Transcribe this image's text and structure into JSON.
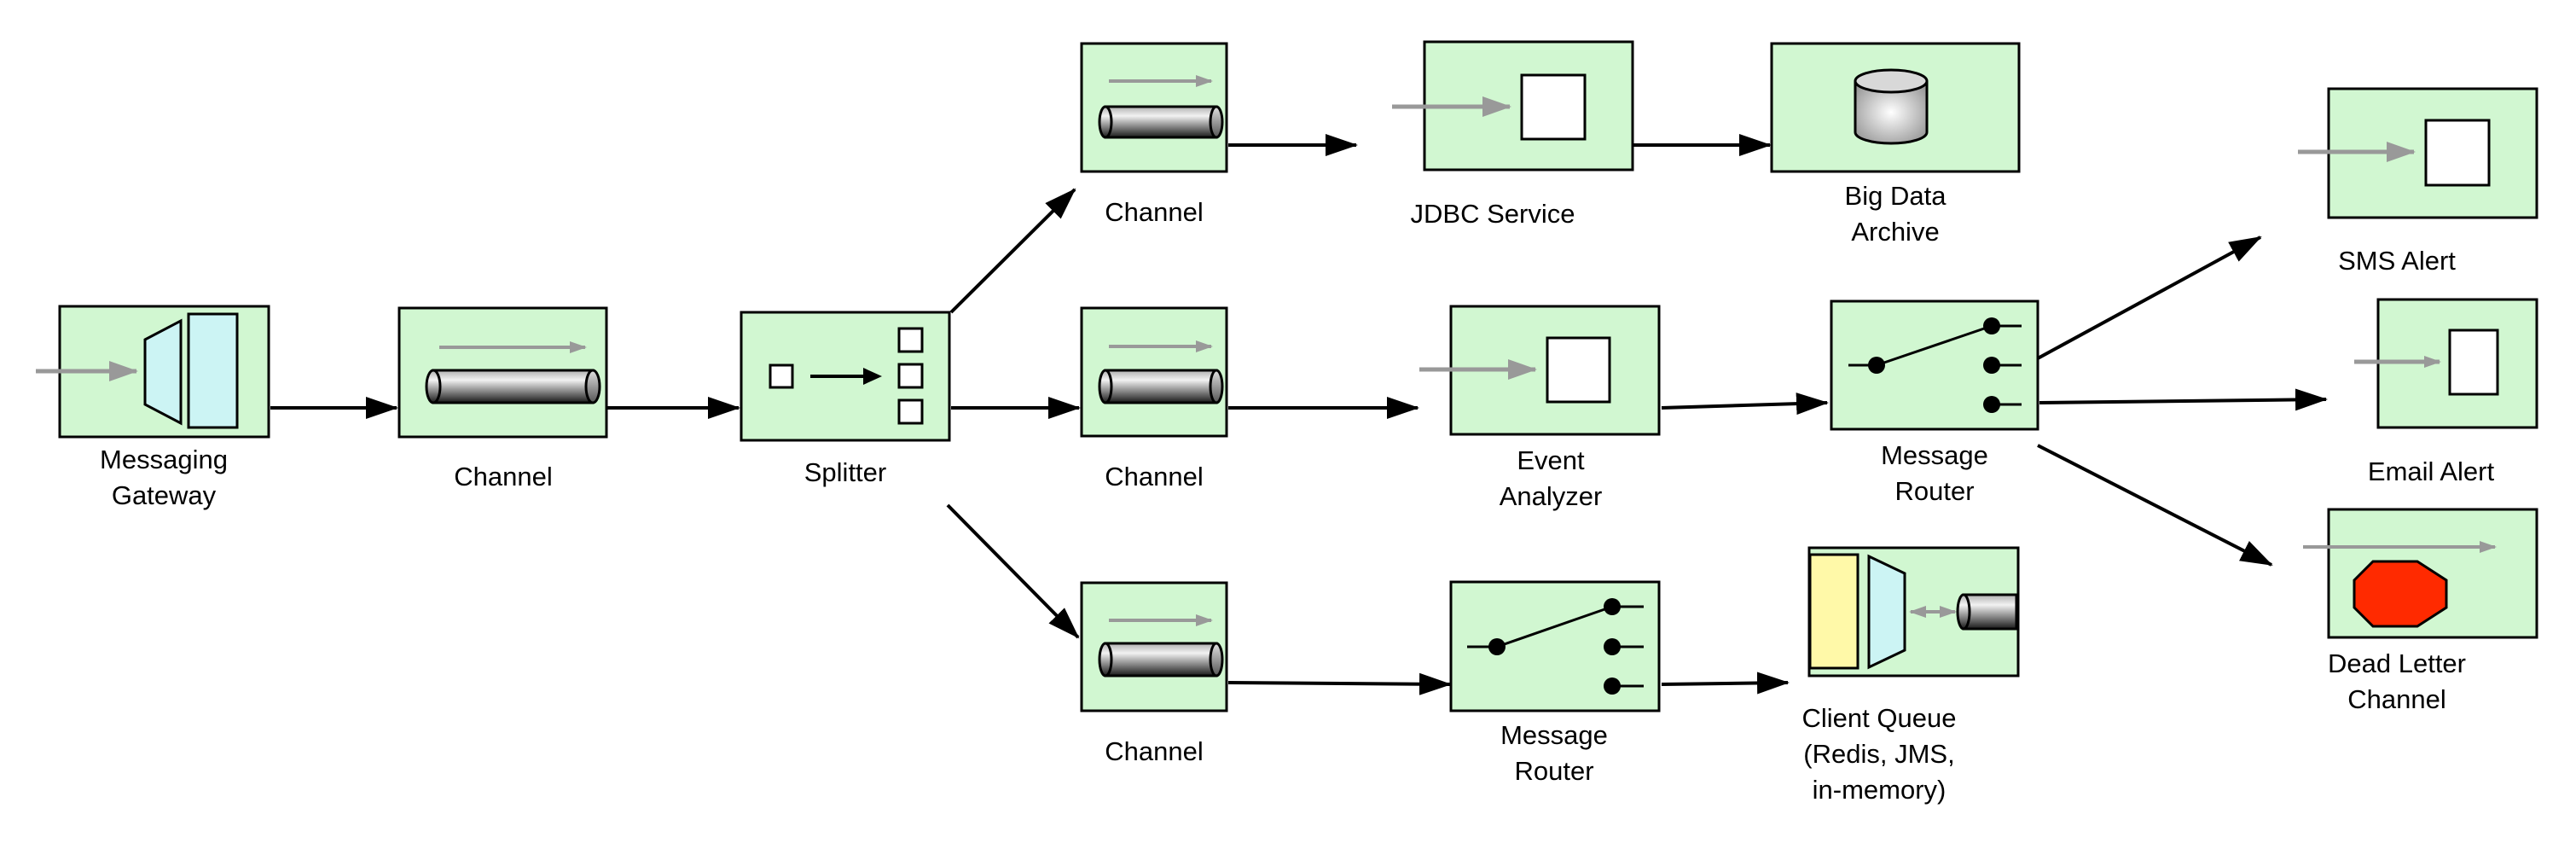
{
  "colors": {
    "node_fill": "#d1f7d1",
    "endpoint_panel": "#ccf4f4",
    "queue_panel": "#fff9a8",
    "stop_sign": "#ff2a00",
    "arrow_grey": "#999999",
    "edge": "#000000"
  },
  "nodes": {
    "gateway": {
      "lines": [
        "Messaging",
        "Gateway"
      ],
      "icon": "messaging-gateway-icon"
    },
    "channel_main": {
      "lines": [
        "Channel"
      ],
      "icon": "channel-pipe-icon"
    },
    "splitter": {
      "lines": [
        "Splitter"
      ],
      "icon": "splitter-icon"
    },
    "channel_top": {
      "lines": [
        "Channel"
      ],
      "icon": "channel-pipe-icon"
    },
    "channel_mid": {
      "lines": [
        "Channel"
      ],
      "icon": "channel-pipe-icon"
    },
    "channel_bot": {
      "lines": [
        "Channel"
      ],
      "icon": "channel-pipe-icon"
    },
    "jdbc": {
      "lines": [
        "JDBC Service"
      ],
      "icon": "service-activator-icon"
    },
    "bigdata": {
      "lines": [
        "Big Data",
        "Archive"
      ],
      "icon": "database-cylinder-icon"
    },
    "analyzer": {
      "lines": [
        "Event",
        "Analyzer"
      ],
      "icon": "service-activator-icon"
    },
    "router_mid": {
      "lines": [
        "Message",
        "Router"
      ],
      "icon": "router-switch-icon"
    },
    "router_bot": {
      "lines": [
        "Message",
        "Router"
      ],
      "icon": "router-switch-icon"
    },
    "client_queue": {
      "lines": [
        "Client Queue",
        "(Redis, JMS,",
        "in-memory)"
      ],
      "icon": "client-queue-icon"
    },
    "sms": {
      "lines": [
        "SMS Alert"
      ],
      "icon": "service-activator-icon"
    },
    "email": {
      "lines": [
        "Email Alert"
      ],
      "icon": "service-activator-icon"
    },
    "deadletter": {
      "lines": [
        "Dead Letter",
        "Channel"
      ],
      "icon": "stop-sign-icon"
    }
  }
}
